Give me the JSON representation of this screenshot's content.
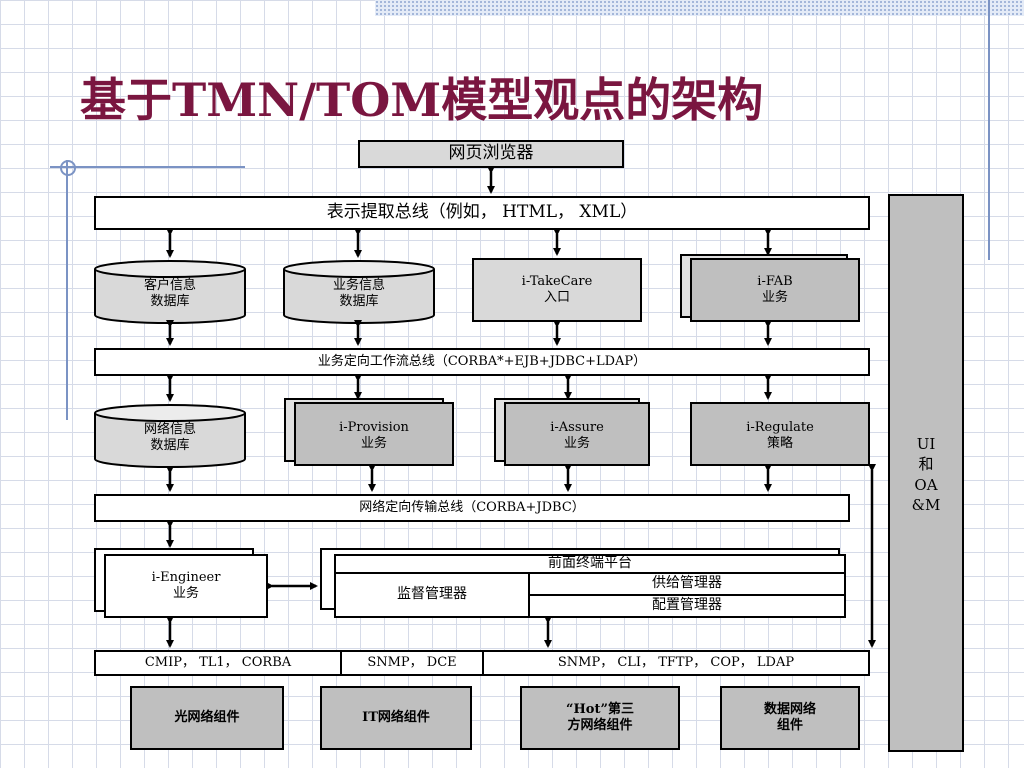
{
  "title": "基于TMN/TOM模型观点的架构",
  "browser": "网页浏览器",
  "presentation_bus": "表示提取总线（例如， HTML， XML）",
  "customer_db": "客户信息\n数据库",
  "business_db": "业务信息\n数据库",
  "takecare": "i-TakeCare\n入口",
  "fab": "i-FAB\n业务",
  "workflow_bus": "业务定向工作流总线（CORBA*+EJB+JDBC+LDAP）",
  "network_db": "网络信息\n数据库",
  "provision": "i-Provision\n业务",
  "assure": "i-Assure\n业务",
  "regulate": "i-Regulate\n策略",
  "ui_oam": "UI\n和\nOA\n&M",
  "network_bus": "网络定向传输总线（CORBA+JDBC）",
  "engineer": "i-Engineer\n业务",
  "frontend": "前面终端平台",
  "monitor": "监督管理器",
  "provisioning_mgr": "供给管理器",
  "config_mgr": "配置管理器",
  "proto_1": "CMIP， TL1， CORBA",
  "proto_2": "SNMP， DCE",
  "proto_3": "SNMP， CLI， TFTP， COP， LDAP",
  "comp_optical": "光网络组件",
  "comp_it": "IT网络组件",
  "comp_hot": "“Hot”第三\n方网络组件",
  "comp_data": "数据网络\n组件"
}
